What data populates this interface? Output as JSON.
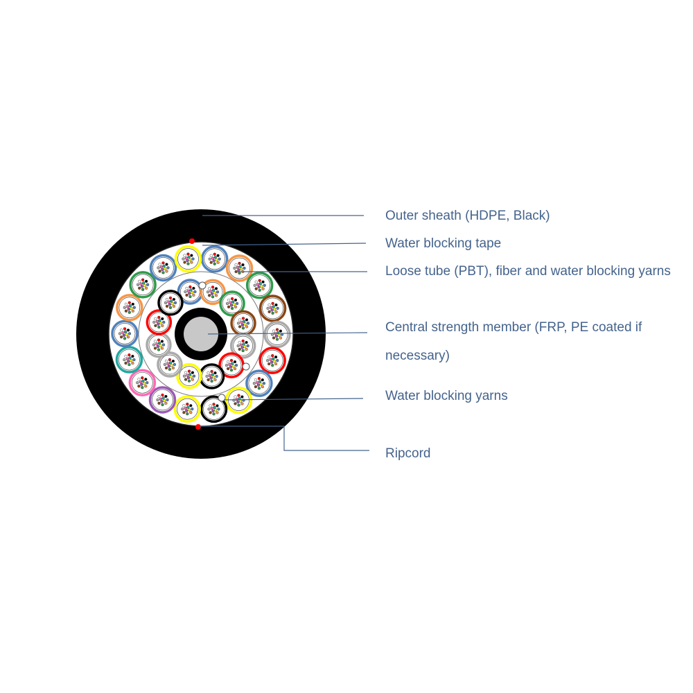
{
  "labels": {
    "outer_sheath": "Outer sheath (HDPE, Black)",
    "water_blocking_tape": "Water blocking tape",
    "loose_tube": "Loose tube (PBT), fiber and water blocking yarns",
    "central_strength_member": "Central strength member (FRP, PE coated if necessary)",
    "water_blocking_yarns": "Water blocking yarns",
    "ripcord": "Ripcord"
  },
  "colors": {
    "label_text": "#44638c",
    "leader_line": "#44638c",
    "sheath": "#000000",
    "ripcord": "#ff0000",
    "core_fill": "#c8c8c8",
    "tube_colors": [
      "#4f81bd",
      "#f79646",
      "#2e9b4a",
      "#8b4513",
      "#aaaaaa",
      "#ffffff",
      "#ff0000",
      "#000000",
      "#ffff00",
      "#9b59b6",
      "#ff69b4",
      "#1fa9a0"
    ]
  },
  "cable": {
    "outer_tube_count": 18,
    "inner_tube_count": 12,
    "outer_ring_colors": [
      "#4f81bd",
      "#f79646",
      "#2e9b4a",
      "#8b4513",
      "#aaaaaa",
      "#ff0000",
      "#4f81bd",
      "#ffff00",
      "#000000",
      "#ffff00",
      "#9b59b6",
      "#ff69b4",
      "#1fa9a0",
      "#4f81bd",
      "#f79646",
      "#2e9b4a",
      "#4f81bd",
      "#ffff00"
    ],
    "inner_ring_colors": [
      "#4f81bd",
      "#f79646",
      "#2e9b4a",
      "#8b4513",
      "#aaaaaa",
      "#ff0000",
      "#000000",
      "#ffff00",
      "#aaaaaa",
      "#aaaaaa",
      "#ff0000",
      "#000000"
    ]
  }
}
